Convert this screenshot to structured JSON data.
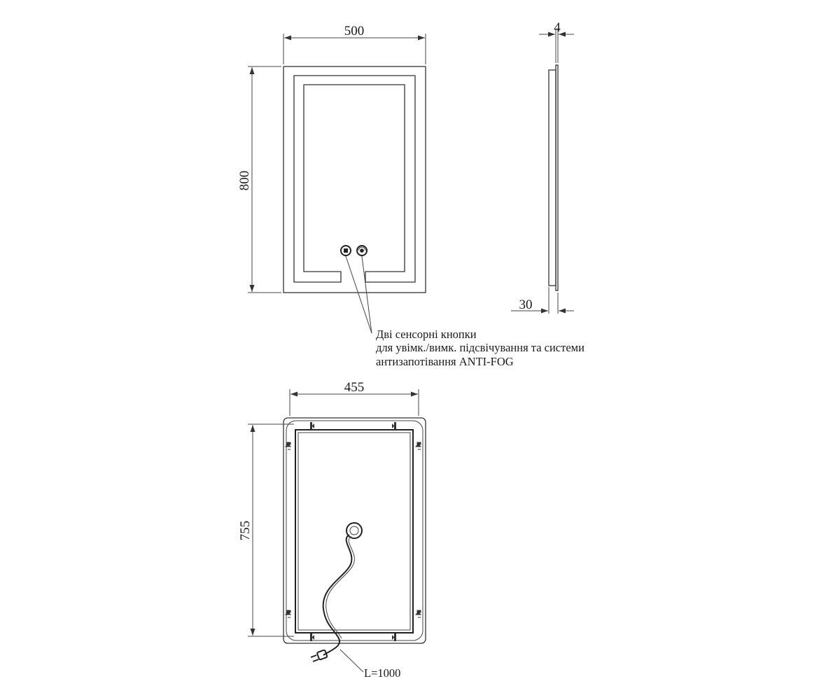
{
  "front_view": {
    "width_label": "500",
    "height_label": "800"
  },
  "side_view": {
    "thickness_glass_label": "4",
    "thickness_total_label": "30"
  },
  "annotation": {
    "line1": "Дві сенсорні кнопки",
    "line2": "для увімк./вимк. підсвічування та системи",
    "line3": "антизапотівання ANTI-FOG"
  },
  "back_view": {
    "width_label": "455",
    "height_label": "755",
    "cable_label": "L=1000"
  },
  "icons": {
    "button_light": "square-button-icon",
    "button_antifog": "fog-button-icon",
    "power_plug": "plug-icon",
    "mount_hook": "mount-hook-icon"
  }
}
